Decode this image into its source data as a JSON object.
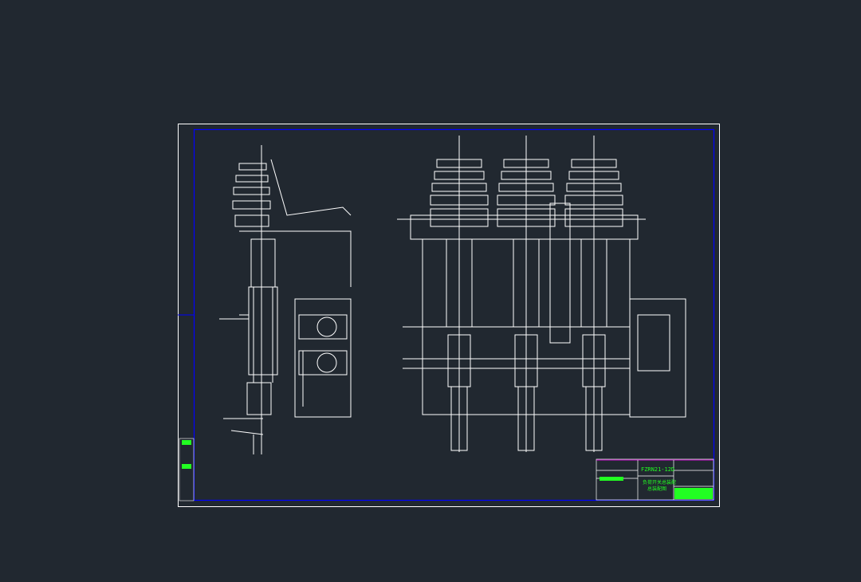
{
  "drawing": {
    "title_block": {
      "model": "FZRN21-12D",
      "subtitle_line1": "负荷开关总装配",
      "subtitle_line2": "总装配图"
    },
    "colors": {
      "background": "#212830",
      "frame": "#ffffff",
      "border": "#0000ff",
      "linework": "#ffffff",
      "title_text": "#22ff22",
      "title_top_line": "#ff00ff"
    }
  }
}
